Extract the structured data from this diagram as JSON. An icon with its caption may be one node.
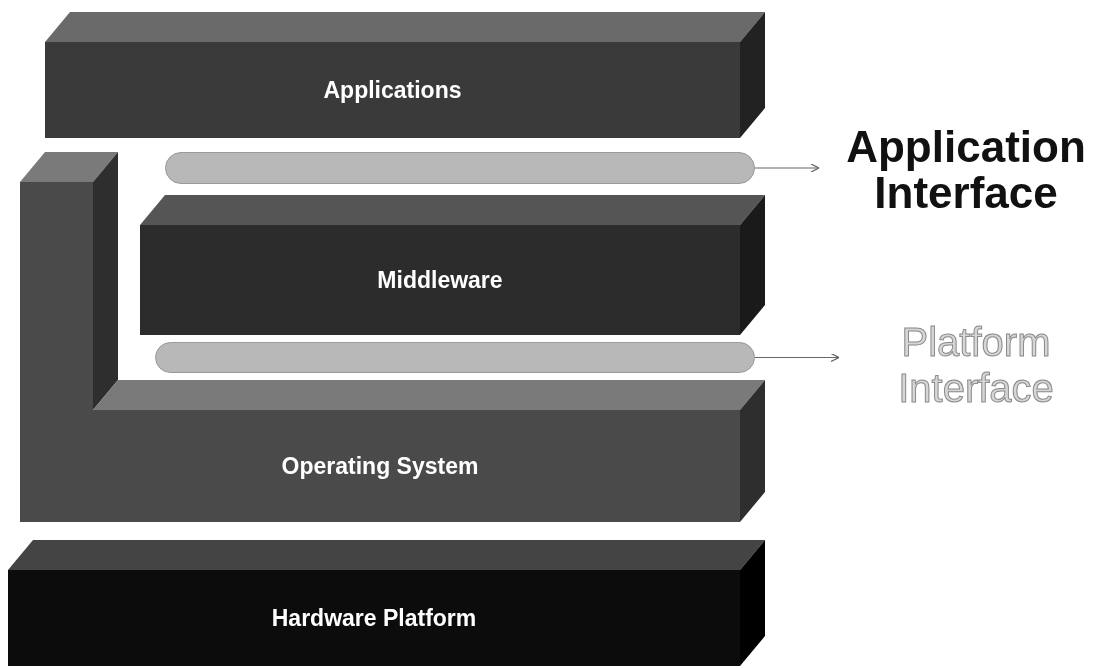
{
  "diagram": {
    "nodes": [
      {
        "text": [
          "Applications"
        ]
      },
      {
        "text": [],
        "shape": "bar"
      },
      {
        "text": [
          "Application Interface"
        ]
      },
      {
        "text": [
          "Middleware"
        ]
      },
      {
        "text": [],
        "shape": "bar"
      },
      {
        "text": [
          "Platform Interface"
        ]
      },
      {
        "text": [
          "Operating System"
        ]
      },
      {
        "text": [
          "Hardware Platform"
        ]
      }
    ],
    "edges": [
      {
        "from": 1,
        "to": 2,
        "arrow": "to"
      },
      {
        "from": 4,
        "to": 5,
        "arrow": "to"
      }
    ]
  }
}
